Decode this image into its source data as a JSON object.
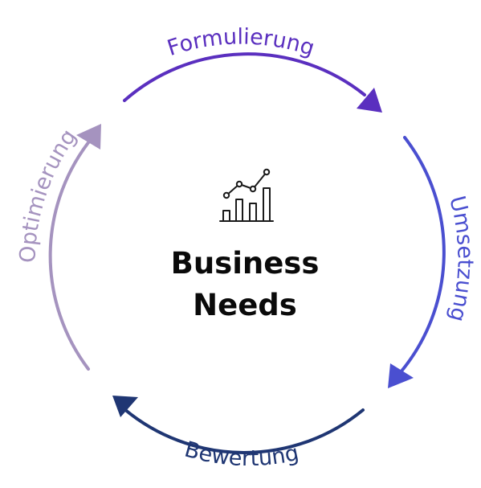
{
  "center": {
    "icon": "bar-chart-line-icon",
    "title_line1": "Business",
    "title_line2": "Needs"
  },
  "stages": [
    {
      "label": "Formulierung",
      "color": "#5a2fbf"
    },
    {
      "label": "Umsetzung",
      "color": "#4a4fd0"
    },
    {
      "label": "Bewertung",
      "color": "#1f3673"
    },
    {
      "label": "Optimierung",
      "color": "#a593bf"
    }
  ],
  "colors": {
    "text": "#0a0a0a",
    "icon": "#1a1a1a"
  }
}
